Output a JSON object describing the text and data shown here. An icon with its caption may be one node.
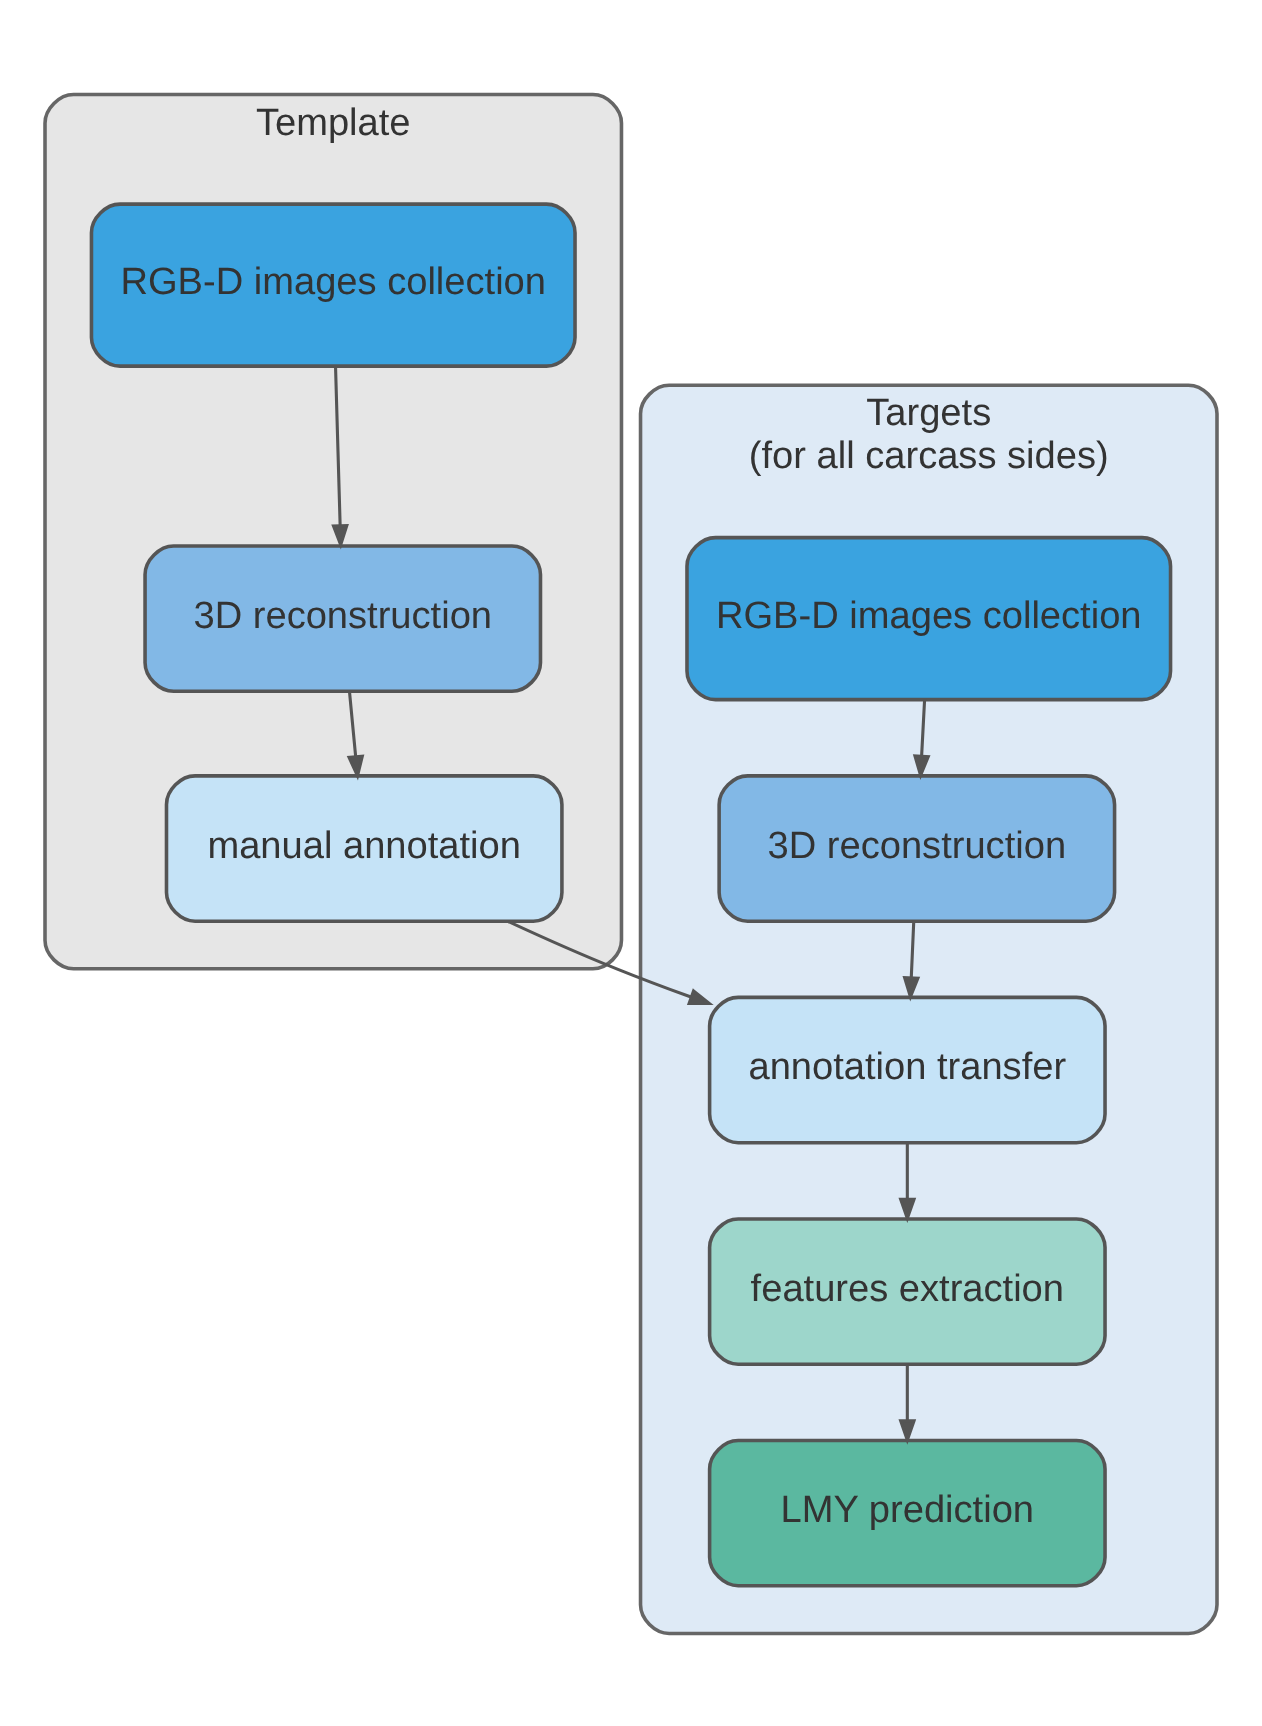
{
  "diagram": {
    "nodes": [
      {
        "text": [
          "Template"
        ]
      },
      {
        "text": [
          "RGB-D images collection"
        ],
        "in": 0
      },
      {
        "text": [
          "3D reconstruction"
        ],
        "in": 0
      },
      {
        "text": [
          "manual annotation"
        ],
        "in": 0
      },
      {
        "text": [
          "Targets",
          "(for all carcass sides)"
        ]
      },
      {
        "text": [
          "RGB-D images collection"
        ],
        "in": 4
      },
      {
        "text": [
          "3D reconstruction"
        ],
        "in": 4
      },
      {
        "text": [
          "annotation transfer"
        ],
        "in": 4
      },
      {
        "text": [
          "features extraction"
        ],
        "in": 4
      },
      {
        "text": [
          "LMY prediction"
        ],
        "in": 4
      }
    ],
    "edges": [
      {
        "from": 1,
        "to": 2,
        "arrow": "to"
      },
      {
        "from": 2,
        "to": 3,
        "arrow": "to"
      },
      {
        "from": 5,
        "to": 6,
        "arrow": "to"
      },
      {
        "from": 6,
        "to": 7,
        "arrow": "to"
      },
      {
        "from": 3,
        "to": 7,
        "arrow": "to"
      },
      {
        "from": 7,
        "to": 8,
        "arrow": "to"
      },
      {
        "from": 8,
        "to": 9,
        "arrow": "to"
      }
    ]
  }
}
